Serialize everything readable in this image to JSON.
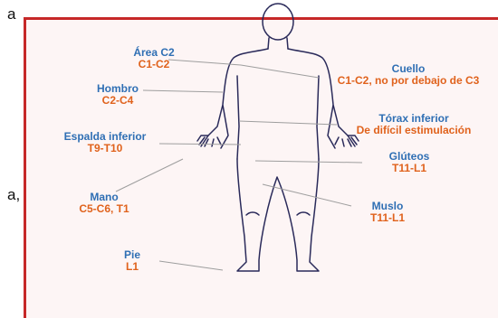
{
  "fragments": {
    "top_left": "a",
    "mid_left": "a,"
  },
  "labels": [
    {
      "name": "Área C2",
      "level": "C1-C2"
    },
    {
      "name": "Cuello",
      "level": "C1-C2, no por debajo de C3"
    },
    {
      "name": "Hombro",
      "level": "C2-C4"
    },
    {
      "name": "Tórax inferior",
      "level": "De difícil estimulación"
    },
    {
      "name": "Espalda inferior",
      "level": "T9-T10"
    },
    {
      "name": "Glúteos",
      "level": "T11-L1"
    },
    {
      "name": "Mano",
      "level": "C5-C6, T1"
    },
    {
      "name": "Muslo",
      "level": "T11-L1"
    },
    {
      "name": "Pie",
      "level": "L1"
    }
  ],
  "colors": {
    "frame_border": "#c62828",
    "label_name": "#2f6fb4",
    "label_level": "#e0621c",
    "figure_outline": "#2a2a5a"
  }
}
